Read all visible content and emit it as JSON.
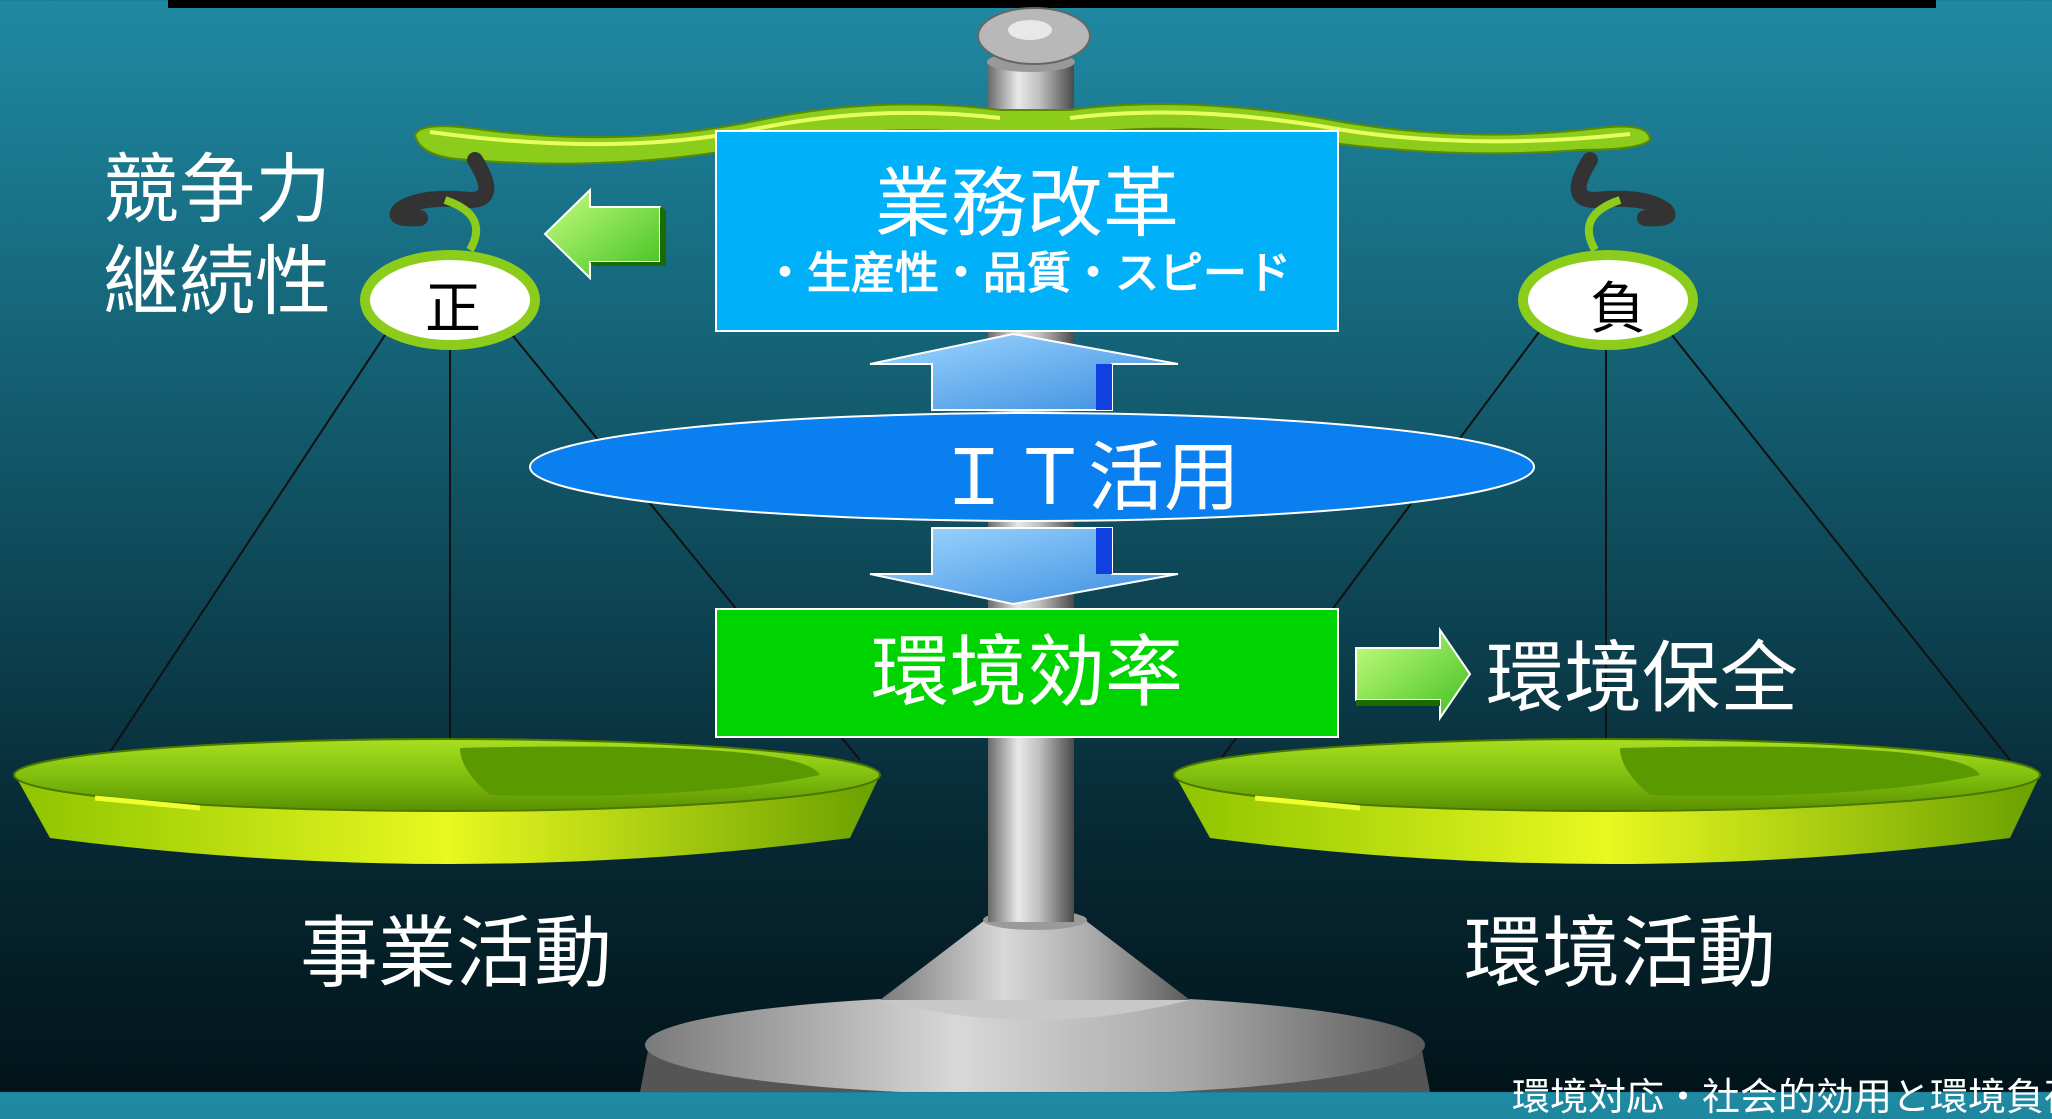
{
  "left_labels": {
    "line1": "競争力",
    "line2": "継続性"
  },
  "left_pan_label": "正",
  "right_pan_label": "負",
  "top_box": {
    "title": "業務改革",
    "subtitle": "・生産性・品質・スピード"
  },
  "center_ellipse": {
    "label": "ＩＴ活用"
  },
  "bottom_box": {
    "label": "環境効率"
  },
  "right_arrow_label": "環境保全",
  "left_base_label": "事業活動",
  "right_base_label": "環境活動",
  "footer_note": "環境対応・社会的効用と環境負荷",
  "colors": {
    "top_box": "#00b0f8",
    "ellipse": "#0a7ff0",
    "bottom_box": "#00d400",
    "scale_green": "#8ccc1a"
  }
}
